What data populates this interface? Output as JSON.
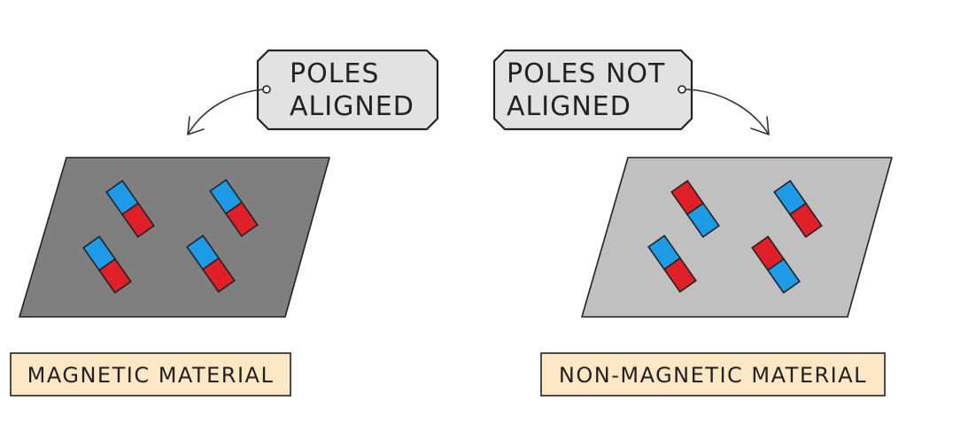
{
  "colors": {
    "background": "#ffffff",
    "magnetic_plate": "#7f7f7f",
    "non_magnetic_plate": "#c0c0c0",
    "tag_fill": "#e2e2e2",
    "label_fill": "#fde8c6",
    "north_pole": "#e01f28",
    "south_pole": "#1e9be6",
    "outline": "#222222"
  },
  "left": {
    "tag": {
      "line1": "POLES",
      "line2": "ALIGNED"
    },
    "label": "MAGNETIC MATERIAL"
  },
  "right": {
    "tag": {
      "line1": "POLES NOT",
      "line2": "ALIGNED"
    },
    "label": "NON-MAGNETIC MATERIAL"
  }
}
